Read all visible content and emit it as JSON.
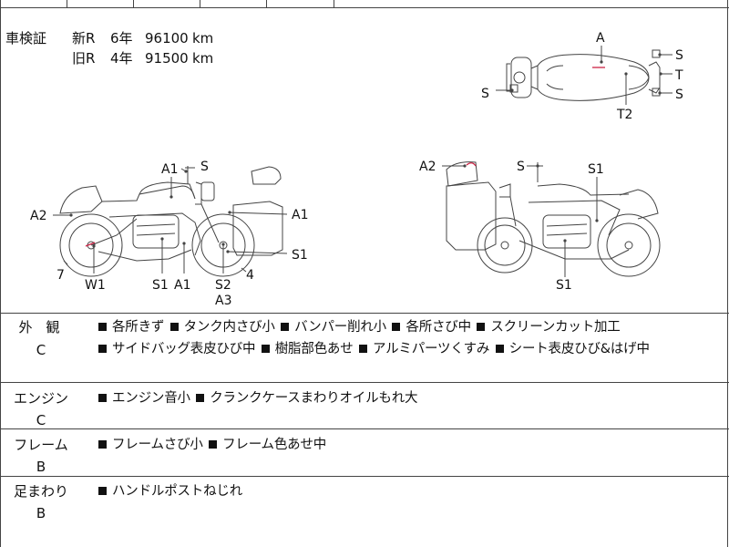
{
  "inspection": {
    "label": "車検証",
    "rows": [
      {
        "type": "新R",
        "year": "6年",
        "mileage": "96100",
        "unit": "km"
      },
      {
        "type": "旧R",
        "year": "4年",
        "mileage": "91500",
        "unit": "km"
      }
    ]
  },
  "diagram_labels": {
    "top_view": {
      "a": "A",
      "t2": "T2",
      "s_left": "S",
      "s_right_top": "S",
      "t": "T",
      "s_right_bottom": "S"
    },
    "left_view": {
      "a1_top": "A1",
      "s_top": "S",
      "a2": "A2",
      "a1_right": "A1",
      "s1_right": "S1",
      "seven": "7",
      "w1": "W1",
      "s1_bottom": "S1",
      "a1_bottom": "A1",
      "s2": "S2",
      "a3": "A3",
      "four": "4"
    },
    "right_view": {
      "a2": "A2",
      "s_top": "S",
      "s1_top": "S1",
      "s1_bottom": "S1"
    }
  },
  "sections": [
    {
      "name": "外　観",
      "grade": "C",
      "items": [
        "各所きず",
        "タンク内さび小",
        "バンパー削れ小",
        "各所さび中",
        "スクリーンカット加工",
        "サイドバッグ表皮ひび中",
        "樹脂部色あせ",
        "アルミパーツくすみ",
        "シート表皮ひび&はげ中"
      ]
    },
    {
      "name": "エンジン",
      "grade": "C",
      "items": [
        "エンジン音小",
        "クランクケースまわりオイルもれ大"
      ]
    },
    {
      "name": "フレーム",
      "grade": "B",
      "items": [
        "フレームさび小",
        "フレーム色あせ中"
      ]
    },
    {
      "name": "足まわり",
      "grade": "B",
      "items": [
        "ハンドルポストねじれ"
      ]
    }
  ],
  "colors": {
    "line": "#444444",
    "damage_mark": "#cc2244"
  }
}
